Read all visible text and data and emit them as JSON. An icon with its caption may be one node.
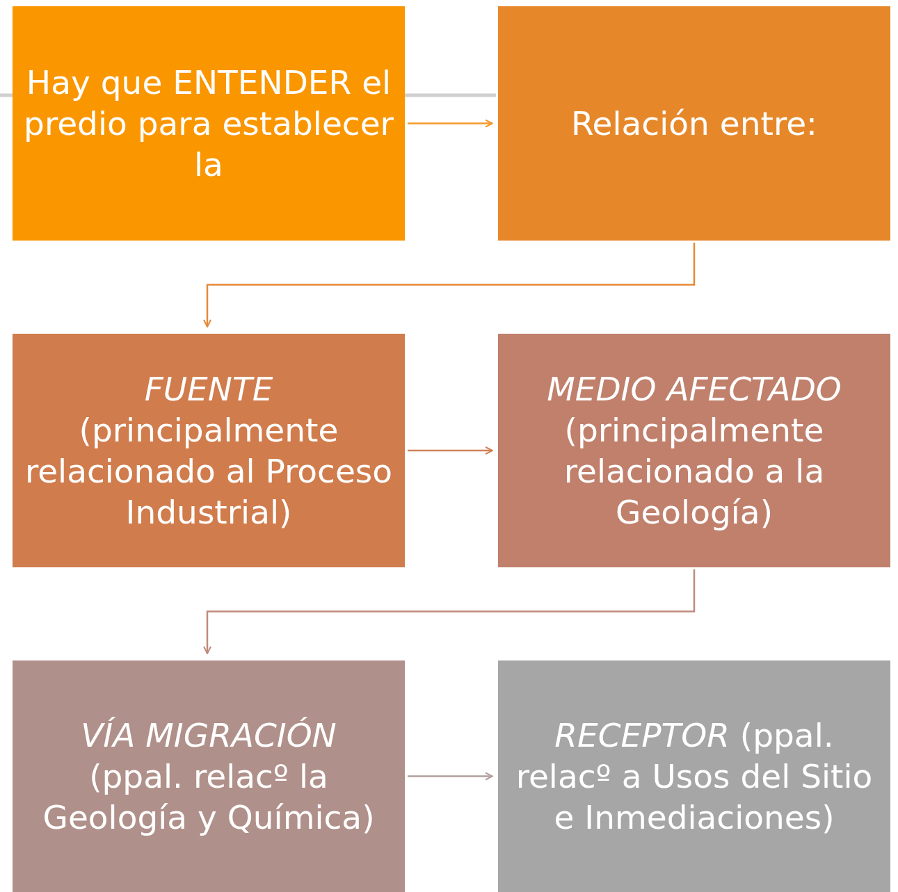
{
  "diagram": {
    "nodes": [
      {
        "text": [
          "Hay que ENTENDER el predio para establecer la"
        ]
      },
      {
        "text": [
          "Relación entre:"
        ]
      },
      {
        "text": [
          "FUENTE",
          "(principalmente relacionado al Proceso Industrial)"
        ]
      },
      {
        "text": [
          "MEDIO AFECTADO",
          "(principalmente relacionado a la Geología)"
        ]
      },
      {
        "text": [
          "VÍA MIGRACIÓN",
          "(ppal. relacº la Geología y Química)"
        ]
      },
      {
        "text": [
          "*RECEPTOR* (ppal. relacº a Usos del Sitio e Inmediaciones)"
        ]
      }
    ],
    "edges": [
      {
        "from": 0,
        "to": 1,
        "arrow": "to",
        "color": "#f39a2a"
      },
      {
        "from": 1,
        "to": 2,
        "arrow": "to",
        "color": "#e38a38"
      },
      {
        "from": 2,
        "to": 3,
        "arrow": "to",
        "color": "#d08058"
      },
      {
        "from": 3,
        "to": 4,
        "arrow": "to",
        "color": "#c08a7c"
      },
      {
        "from": 4,
        "to": 5,
        "arrow": "to",
        "color": "#b0a09c"
      }
    ]
  }
}
